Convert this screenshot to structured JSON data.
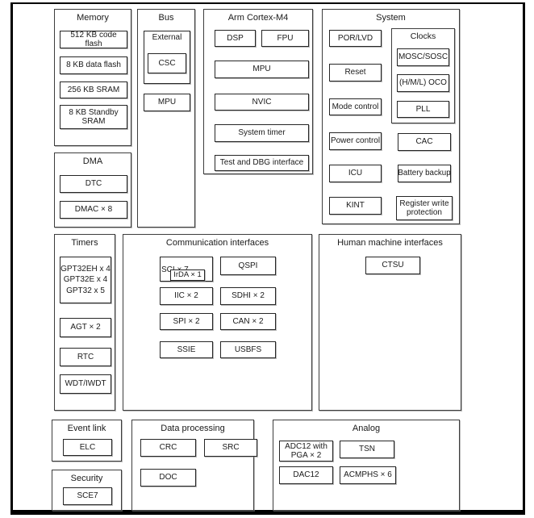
{
  "diagram": {
    "memory": {
      "title": "Memory",
      "code_flash": "512 KB code flash",
      "data_flash": "8 KB data flash",
      "sram": "256 KB SRAM",
      "standby_sram": "8 KB Standby SRAM"
    },
    "dma": {
      "title": "DMA",
      "dtc": "DTC",
      "dmac": "DMAC × 8"
    },
    "bus": {
      "title": "Bus",
      "external": "External",
      "csc": "CSC",
      "mpu": "MPU"
    },
    "cortex": {
      "title": "Arm Cortex-M4",
      "dsp": "DSP",
      "fpu": "FPU",
      "mpu": "MPU",
      "nvic": "NVIC",
      "system_timer": "System timer",
      "test_dbg": "Test and DBG interface"
    },
    "system": {
      "title": "System",
      "por_lvd": "POR/LVD",
      "reset": "Reset",
      "mode_control": "Mode control",
      "power_control": "Power control",
      "icu": "ICU",
      "kint": "KINT",
      "clocks": {
        "title": "Clocks",
        "mosc_sosc": "MOSC/SOSC",
        "oco": "(H/M/L) OCO",
        "pll": "PLL"
      },
      "cac": "CAC",
      "battery_backup": "Battery backup",
      "register_write_protection": "Register write protection"
    },
    "timers": {
      "title": "Timers",
      "gpt_lines": [
        "GPT32EH x 4",
        "GPT32E x 4",
        "GPT32 x 5"
      ],
      "agt": "AGT × 2",
      "rtc": "RTC",
      "wdt": "WDT/IWDT"
    },
    "comm": {
      "title": "Communication interfaces",
      "sci": "SCI × 7",
      "irda": "IrDA × 1",
      "qspi": "QSPI",
      "iic": "IIC × 2",
      "sdhi": "SDHI × 2",
      "spi": "SPI × 2",
      "can": "CAN × 2",
      "ssie": "SSIE",
      "usbfs": "USBFS"
    },
    "hmi": {
      "title": "Human machine interfaces",
      "ctsu": "CTSU"
    },
    "event_link": {
      "title": "Event link",
      "elc": "ELC"
    },
    "security": {
      "title": "Security",
      "sce": "SCE7"
    },
    "data_processing": {
      "title": "Data processing",
      "crc": "CRC",
      "src": "SRC",
      "doc": "DOC"
    },
    "analog": {
      "title": "Analog",
      "adc": "ADC12 with PGA × 2",
      "tsn": "TSN",
      "dac": "DAC12",
      "acmphs": "ACMPHS × 6"
    }
  }
}
